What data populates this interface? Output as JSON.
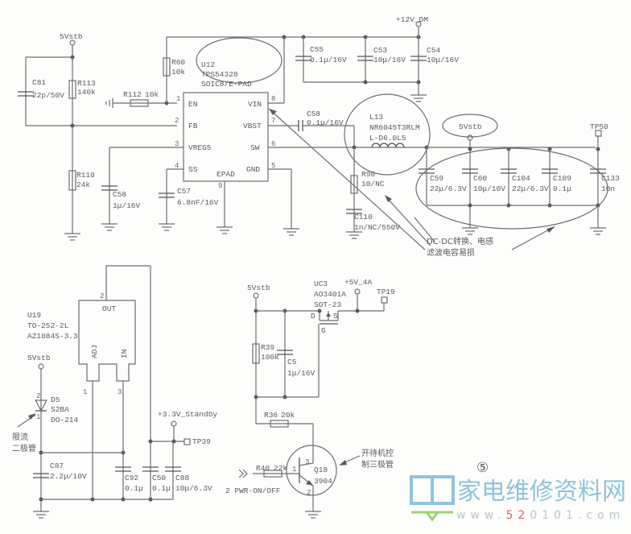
{
  "rails": {
    "v5stb_top_left": "5Vstb",
    "v12_dm": "+12V_DM",
    "v5stb_out": "5Vstb",
    "tp50": "TP50",
    "v5stb_ldo": "5Vstb",
    "v33_standby": "+3.3V_Standby",
    "tp39": "TP39",
    "v5stb_pmos": "5Vstb",
    "v5_4a": "+5V_4A",
    "tp19": "TP19",
    "pwr_on_off": "2 PWR-ON/OFF"
  },
  "u12": {
    "ref": "U12",
    "part": "TPS54328",
    "package": "SOIC8/E-PAD",
    "pins": [
      {
        "num": "1",
        "name": "EN"
      },
      {
        "num": "2",
        "name": "FB"
      },
      {
        "num": "3",
        "name": "VREG5"
      },
      {
        "num": "4",
        "name": "SS"
      },
      {
        "num": "9",
        "name": "EPAD"
      },
      {
        "num": "8",
        "name": "VIN"
      },
      {
        "num": "7",
        "name": "VBST"
      },
      {
        "num": "6",
        "name": "SW"
      },
      {
        "num": "5",
        "name": "GND"
      }
    ]
  },
  "components_top": {
    "c81": {
      "ref": "C81",
      "value": "22p/50V"
    },
    "r113": {
      "ref": "R113",
      "value": "140k"
    },
    "r60": {
      "ref": "R60",
      "value": "10k"
    },
    "r112": {
      "ref": "R112",
      "value": "10k"
    },
    "r110": {
      "ref": "R110",
      "value": "24k"
    },
    "c58a": {
      "ref": "C58",
      "value": "1μ/16V"
    },
    "c57": {
      "ref": "C57",
      "value": "6.8nF/16V"
    },
    "c58b": {
      "ref": "C58",
      "value": "0.1μ/16V"
    },
    "c55": {
      "ref": "C55",
      "value": "0.1μ/16V"
    },
    "c53": {
      "ref": "C53",
      "value": "10μ/16V"
    },
    "c54": {
      "ref": "C54",
      "value": "10μ/16V"
    },
    "l13": {
      "ref": "L13",
      "part": "NR6045T3RLM",
      "value": "L-D6.0L5"
    },
    "r90": {
      "ref": "R90",
      "value": "10/NC"
    },
    "c110": {
      "ref": "C110",
      "value": "1n/NC/550V"
    },
    "c59": {
      "ref": "C59",
      "value": "22μ/6.3V"
    },
    "c60": {
      "ref": "C60",
      "value": "10μ/10V"
    },
    "c104": {
      "ref": "C104",
      "value": "22μ/6.3V"
    },
    "c109": {
      "ref": "C109",
      "value": "0.1μ"
    },
    "c133": {
      "ref": "C133",
      "value": "10n"
    }
  },
  "note_dcdc": {
    "line1": "DC-DC转换、电感",
    "line2": "滤波电容易损"
  },
  "u19": {
    "ref": "U19",
    "package": "TO-252-2L",
    "part": "AZ1084S-3.3",
    "pins": [
      {
        "num": "2",
        "name": "OUT"
      },
      {
        "num": "1",
        "name": "ADJ"
      },
      {
        "num": "3",
        "name": "IN"
      }
    ]
  },
  "components_ldo": {
    "d5": {
      "ref": "D5",
      "part": "S2BA",
      "package": "DO-214",
      "pin_a": "2",
      "pin_k": "1"
    },
    "c87": {
      "ref": "C87",
      "value": "2.2μ/10V"
    },
    "c92": {
      "ref": "C92",
      "value": "0.1μ"
    },
    "c50": {
      "ref": "C50",
      "value": "0.1μ"
    },
    "c88": {
      "ref": "C88",
      "value": "10μ/6.3V"
    }
  },
  "note_diode": {
    "line1": "限流",
    "line2": "二极管"
  },
  "uc3": {
    "ref": "UC3",
    "part": "AO3401A",
    "package": "SOT-23",
    "pin_d": "D",
    "pin_s": "S",
    "pin_g": "G"
  },
  "components_switch": {
    "r39": {
      "ref": "R39",
      "value": "100k"
    },
    "c5": {
      "ref": "C5",
      "value": "1μ/16V"
    },
    "r36": {
      "ref": "R36",
      "value": "20k"
    },
    "r40": {
      "ref": "R40",
      "value": "22k"
    },
    "q18": {
      "ref": "Q18",
      "part": "3904",
      "pin_b": "1",
      "pin_c": "3",
      "pin_e": "2"
    }
  },
  "note_q18": {
    "line1": "开待机控",
    "line2": "制三极管"
  },
  "figure_number": "⑤",
  "watermark": {
    "title": "家电维修资料网",
    "url_prefix": "www.",
    "url_accent": "52",
    "url_rest": "0101.com",
    "accent_color": "#e0605a",
    "main_color": "#8fc4dd"
  }
}
